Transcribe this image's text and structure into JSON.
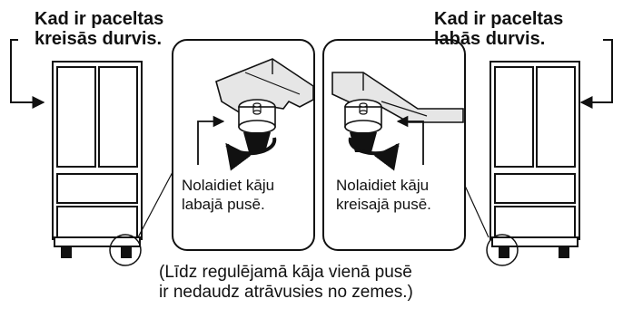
{
  "left": {
    "title": "Kad ir paceltas\nkreisās durvis.",
    "instruction": "Nolaidiet kāju\nlabajā pusē."
  },
  "right": {
    "title": "Kad ir paceltas\nlabās durvis.",
    "instruction": "Nolaidiet kāju\nkreisajā pusē."
  },
  "footnote": "(Līdz regulējamā kāja vienā pusē\nir nedaudz atrāvusies no zemes.)",
  "colors": {
    "line": "#111111",
    "panel_fill": "#e6e6e6",
    "background": "#ffffff"
  },
  "icons": [
    "fridge-illustration",
    "arrow-icon",
    "rotation-arrow-icon",
    "adjustable-foot-icon"
  ]
}
